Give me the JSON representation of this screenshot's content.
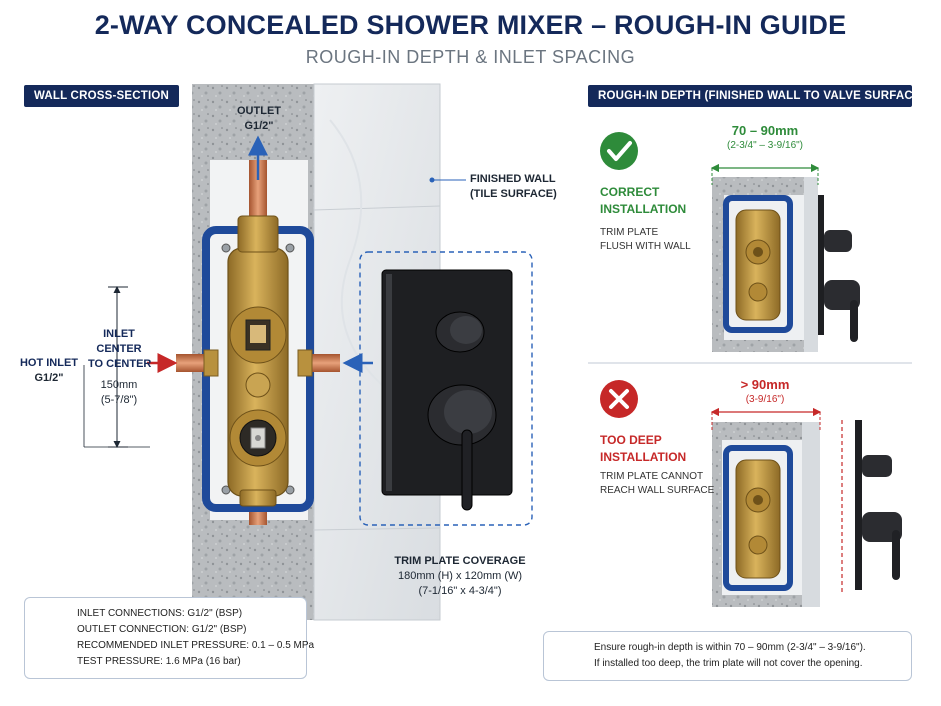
{
  "header": {
    "title": "2-WAY CONCEALED SHOWER MIXER – ROUGH-IN GUIDE",
    "subtitle": "ROUGH-IN DEPTH & INLET SPACING"
  },
  "left_panel": {
    "section_label": "WALL CROSS-SECTION",
    "outlet": {
      "line1": "OUTLET",
      "line2": "G1/2\""
    },
    "finished_wall": {
      "line1": "FINISHED WALL",
      "line2": "(TILE SURFACE)"
    },
    "inlet_center": {
      "line1": "INLET",
      "line2": "CENTER",
      "line3": "TO CENTER",
      "line4": "150mm",
      "line5": "(5-7/8\")"
    },
    "hot_inlet": {
      "line1": "HOT INLET",
      "line2": "G1/2\""
    },
    "trim_plate": {
      "line1": "TRIM PLATE COVERAGE",
      "line2": "180mm (H) x 120mm (W)",
      "line3": "(7-1/16\"  x  4-3/4\")"
    }
  },
  "specs": {
    "inlet_connections": "INLET CONNECTIONS:   G1/2\" (BSP)",
    "outlet_connection": "OUTLET CONNECTION:   G1/2\" (BSP)",
    "recommended_pressure": "RECOMMENDED INLET PRESSURE:   0.1 – 0.5 MPa",
    "test_pressure": "TEST PRESSURE:   1.6 MPa (16 bar)"
  },
  "right_panel": {
    "section_label": "ROUGH-IN DEPTH (FINISHED WALL TO VALVE SURFACE)",
    "correct": {
      "dim_main": "70 – 90mm",
      "dim_sub": "(2-3/4\" – 3-9/16\")",
      "title1": "CORRECT",
      "title2": "INSTALLATION",
      "desc1": "TRIM PLATE",
      "desc2": "FLUSH WITH WALL"
    },
    "too_deep": {
      "dim_main": "> 90mm",
      "dim_sub": "(3-9/16\")",
      "title1": "TOO DEEP",
      "title2": "INSTALLATION",
      "desc1": "TRIM PLATE CANNOT",
      "desc2": "REACH WALL SURFACE"
    },
    "note": {
      "line1": "Ensure rough-in depth is within 70 – 90mm (2-3/4\" – 3-9/16\").",
      "line2": "If installed too deep, the trim plate will not cover the opening."
    }
  },
  "colors": {
    "navy": "#14295a",
    "accent_blue": "#2a62b8",
    "correct_green": "#2e8b3a",
    "error_red": "#c62828",
    "brass": "#c39a44",
    "frame_blue": "#1f4a9a",
    "trim_black": "#1e1f22"
  }
}
